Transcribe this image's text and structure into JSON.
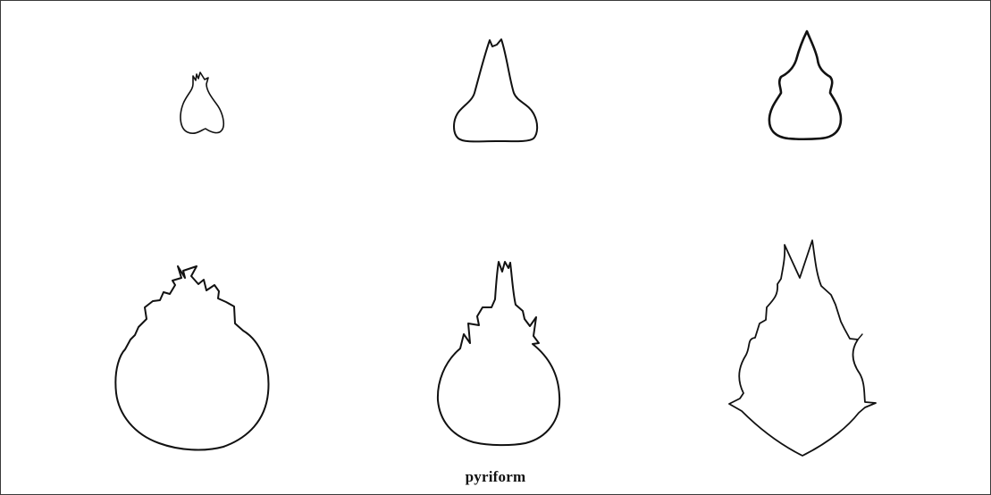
{
  "figure": {
    "caption": "pyriform",
    "outlines": [
      {
        "id": "small-upper-left",
        "row": 1,
        "column": 1
      },
      {
        "id": "tall-neck-upper-middle",
        "row": 1,
        "column": 2
      },
      {
        "id": "narrow-waist-upper-right",
        "row": 1,
        "column": 3
      },
      {
        "id": "round-toothed-lower-left",
        "row": 2,
        "column": 1
      },
      {
        "id": "spiked-lower-middle",
        "row": 2,
        "column": 2
      },
      {
        "id": "pointed-lower-right",
        "row": 2,
        "column": 3
      }
    ]
  }
}
